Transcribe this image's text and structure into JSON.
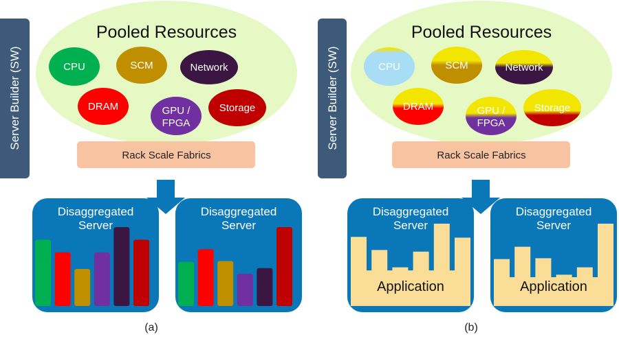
{
  "panels": [
    {
      "id": "a",
      "caption": "(a)",
      "sidebar_label": "Server Builder (SW)",
      "pool_title": "Pooled Resources",
      "fabric_label": "Rack Scale Fabrics",
      "resources": [
        {
          "label": "CPU",
          "color": "#00b050",
          "fill_level": 0
        },
        {
          "label": "SCM",
          "color": "#bf8f00",
          "fill_level": 0
        },
        {
          "label": "Network",
          "color": "#3b1642",
          "fill_level": 0
        },
        {
          "label": "DRAM",
          "color": "#ff0000",
          "fill_level": 0
        },
        {
          "label": "GPU / FPGA",
          "label_lines": [
            "GPU /",
            "FPGA"
          ],
          "color": "#7030a0",
          "fill_level": 0
        },
        {
          "label": "Storage",
          "color": "#c00000",
          "fill_level": 0
        }
      ],
      "servers": [
        {
          "title_lines": [
            "Disaggregated",
            "Server"
          ],
          "kind": "bars",
          "bars": [
            {
              "resource": "CPU",
              "color": "#00b050",
              "value": 0.84
            },
            {
              "resource": "DRAM",
              "color": "#ff0000",
              "value": 0.68
            },
            {
              "resource": "SCM",
              "color": "#bf8f00",
              "value": 0.47
            },
            {
              "resource": "GPU / FPGA",
              "color": "#7030a0",
              "value": 0.68
            },
            {
              "resource": "Network",
              "color": "#3b1642",
              "value": 1.0
            },
            {
              "resource": "Storage",
              "color": "#c00000",
              "value": 0.84
            }
          ]
        },
        {
          "title_lines": [
            "Disaggregated",
            "Server"
          ],
          "kind": "bars",
          "bars": [
            {
              "resource": "CPU",
              "color": "#00b050",
              "value": 0.56
            },
            {
              "resource": "DRAM",
              "color": "#ff0000",
              "value": 0.72
            },
            {
              "resource": "SCM",
              "color": "#bf8f00",
              "value": 0.57
            },
            {
              "resource": "GPU / FPGA",
              "color": "#7030a0",
              "value": 0.41
            },
            {
              "resource": "Network",
              "color": "#3b1642",
              "value": 0.48
            },
            {
              "resource": "Storage",
              "color": "#c00000",
              "value": 1.0
            }
          ]
        }
      ]
    },
    {
      "id": "b",
      "caption": "(b)",
      "sidebar_label": "Server Builder (SW)",
      "pool_title": "Pooled Resources",
      "fabric_label": "Rack Scale Fabrics",
      "resources": [
        {
          "label": "CPU",
          "color": "#a9dcf5",
          "fill_level": 0.15
        },
        {
          "label": "SCM",
          "color": "#bf8f00",
          "fill_level": 0.5
        },
        {
          "label": "Network",
          "color": "#3b1642",
          "fill_level": 0.5
        },
        {
          "label": "DRAM",
          "color": "#ff0000",
          "fill_level": 0.55
        },
        {
          "label": "GPU / FPGA",
          "label_lines": [
            "GPU /",
            "FPGA"
          ],
          "color": "#7030a0",
          "fill_level": 0.55
        },
        {
          "label": "Storage",
          "color": "#c00000",
          "fill_level": 0.7
        }
      ],
      "servers": [
        {
          "title_lines": [
            "Disaggregated",
            "Server"
          ],
          "kind": "application",
          "app_label": "Application",
          "columns": [
            0.84,
            0.68,
            0.47,
            0.66,
            1.0,
            0.83
          ]
        },
        {
          "title_lines": [
            "Disaggregated",
            "Server"
          ],
          "kind": "application",
          "app_label": "Application",
          "columns": [
            0.57,
            0.72,
            0.58,
            0.38,
            0.47,
            1.0
          ]
        }
      ]
    }
  ],
  "colors": {
    "sidebar": "#3d5a7a",
    "pool": "#e6f8c4",
    "fabric": "#f7c3a0",
    "server_box": "#0a78b8",
    "arrow": "#0a78b8",
    "application": "#fadd96",
    "fill_yellow": "#f2e500"
  }
}
